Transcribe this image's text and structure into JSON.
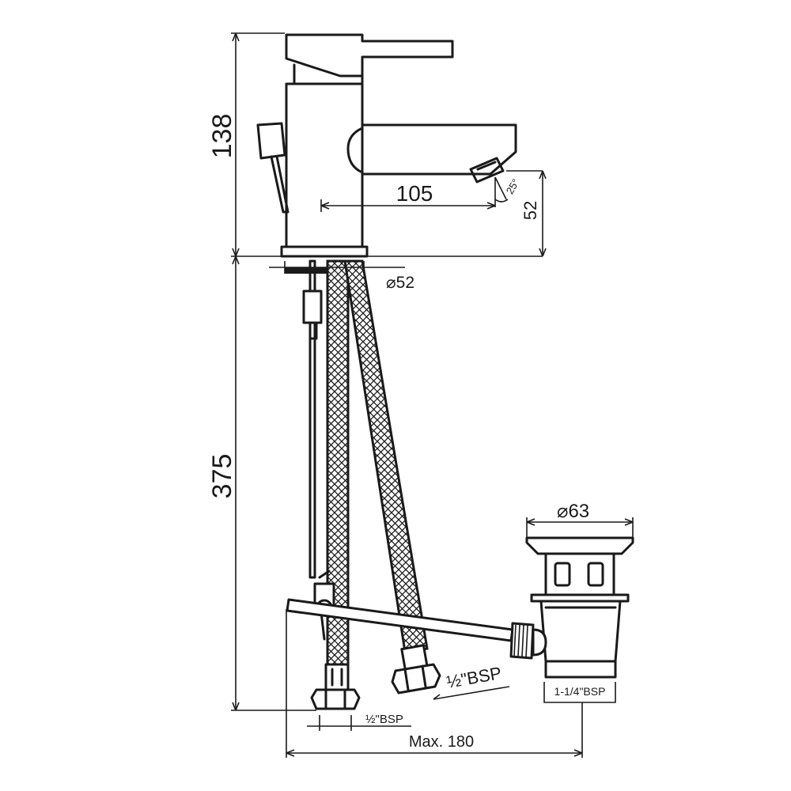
{
  "diagram": {
    "dimensions": {
      "total_height_above": "138",
      "total_height_below": "375",
      "spout_reach": "105",
      "spout_height": "52",
      "spout_angle": "25°",
      "base_diameter": "⌀52",
      "waste_diameter": "⌀63",
      "hose_thread_right": "½\"BSP",
      "hose_thread_left": "½\"BSP",
      "waste_thread": "1-1/4\"BSP",
      "max_length": "Max. 180"
    },
    "colors": {
      "line": "#1a1a1a",
      "background": "#ffffff"
    }
  }
}
